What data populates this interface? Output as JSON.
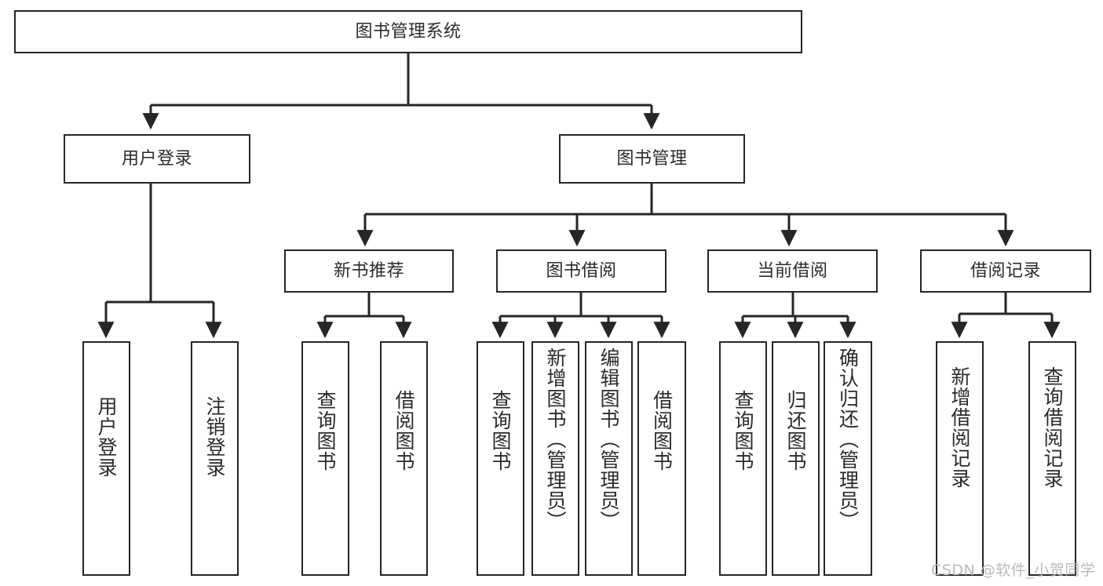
{
  "diagram": {
    "title": "图书管理系统",
    "type": "hierarchy-tree",
    "root": {
      "label": "图书管理系统"
    },
    "level2": [
      {
        "label": "用户登录"
      },
      {
        "label": "图书管理"
      }
    ],
    "level3": [
      {
        "label": "新书推荐"
      },
      {
        "label": "图书借阅"
      },
      {
        "label": "当前借阅"
      },
      {
        "label": "借阅记录"
      }
    ],
    "leaves": {
      "user_login": [
        {
          "label": "用户登录"
        },
        {
          "label": "注销登录"
        }
      ],
      "new_book_recommend": [
        {
          "label": "查询图书"
        },
        {
          "label": "借阅图书"
        }
      ],
      "book_borrow": [
        {
          "label": "查询图书"
        },
        {
          "label": "新增图书（管理员）"
        },
        {
          "label": "编辑图书（管理员）"
        },
        {
          "label": "借阅图书"
        }
      ],
      "current_borrow": [
        {
          "label": "查询图书"
        },
        {
          "label": "归还图书"
        },
        {
          "label": "确认归还（管理员）"
        }
      ],
      "borrow_record": [
        {
          "label": "新增借阅记录"
        },
        {
          "label": "查询借阅记录"
        }
      ]
    }
  },
  "watermark": {
    "text": "CSDN @软件_小贺同学"
  },
  "colors": {
    "stroke": "#262626",
    "text": "#2b2b2b",
    "background": "#ffffff",
    "watermark": "#b9b9b9"
  }
}
